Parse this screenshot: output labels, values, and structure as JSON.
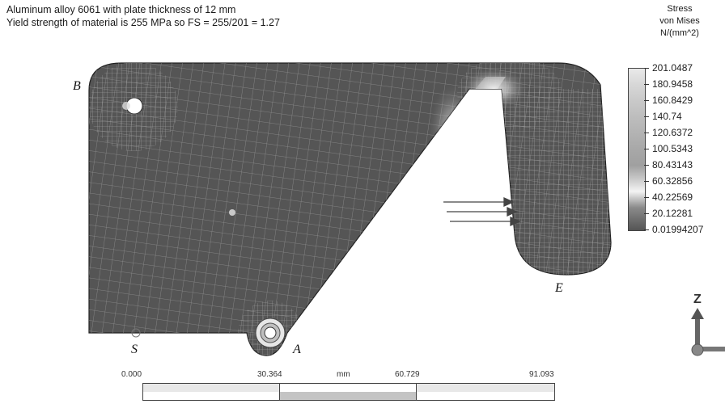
{
  "header": {
    "line1": "Aluminum alloy 6061 with plate thickness of 12 mm",
    "line2": "Yield strength of material is 255 MPa so FS = 255/201 = 1.27"
  },
  "legend": {
    "title1": "Stress",
    "title2": "von Mises",
    "unit": "N/(mm^2)",
    "values": [
      "201.0487",
      "180.9458",
      "160.8429",
      "140.74",
      "120.6372",
      "100.5343",
      "80.43143",
      "60.32856",
      "40.22569",
      "20.12281",
      "0.01994207"
    ]
  },
  "points": {
    "B": "B",
    "E": "E",
    "S": "S",
    "A": "A"
  },
  "scale": {
    "v0": "0.000",
    "v1": "30.364",
    "unit": "mm",
    "v2": "60.729",
    "v3": "91.093"
  },
  "axis": {
    "z_label": "Z"
  },
  "colors": {
    "plate": "#555555",
    "mesh_line": "#9a9a9a",
    "hotspot": "#e8e8e8"
  }
}
